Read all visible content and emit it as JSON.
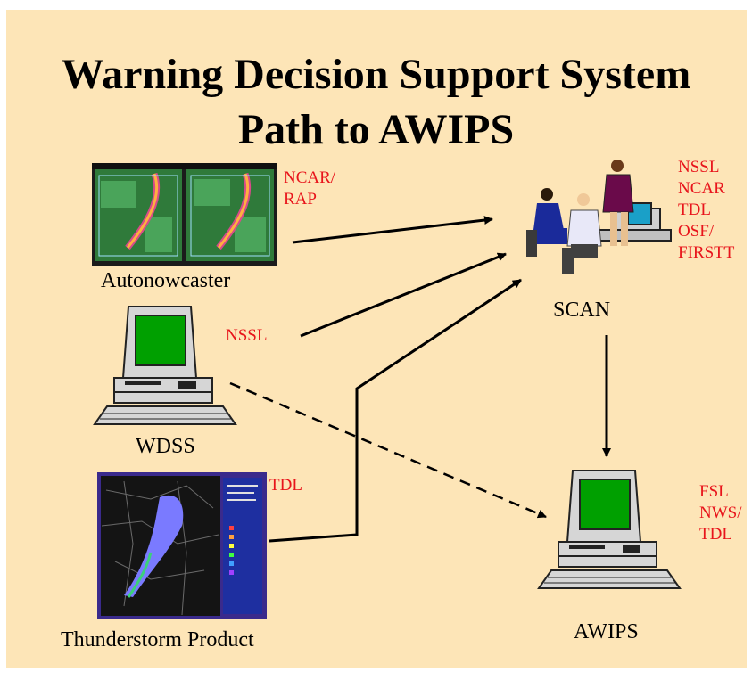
{
  "title": {
    "line1": "Warning Decision Support System",
    "line2": "Path to AWIPS"
  },
  "colors": {
    "background": "#fde5b7",
    "org_text": "#e8141b",
    "screen": "#00a000"
  },
  "nodes": {
    "autonowcaster": {
      "label": "Autonowcaster",
      "orgs": [
        "NCAR/",
        "RAP"
      ]
    },
    "wdss": {
      "label": "WDSS",
      "orgs": [
        "NSSL"
      ]
    },
    "thunderstorm_product": {
      "label": "Thunderstorm Product",
      "orgs": [
        "TDL"
      ]
    },
    "scan": {
      "label": "SCAN",
      "orgs": [
        "NSSL",
        "NCAR",
        "TDL",
        "OSF/",
        "FIRSTT"
      ]
    },
    "awips": {
      "label": "AWIPS",
      "orgs": [
        "FSL",
        "NWS/",
        "TDL"
      ]
    }
  }
}
